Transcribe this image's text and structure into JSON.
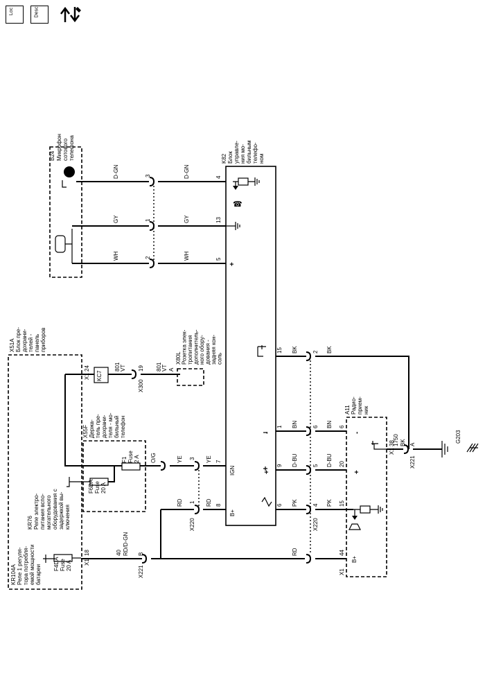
{
  "header": {
    "icon_loc": "Loc",
    "icon_desc": "Desc",
    "icon_tool": "arrows-tool-icon"
  },
  "modules": {
    "b24": "B24  Микрофон сотового телефона",
    "k82_lines": [
      "K82",
      "Блок",
      "управле-",
      "ния мо-",
      "бильным",
      "телефо-",
      "ном"
    ],
    "x51a_lines": [
      "X51A",
      "Блок пре-",
      "дохрани-",
      "телей -",
      "панель",
      "приборов"
    ],
    "kr104a_lines": [
      "KR104A",
      "Реле 1 регуля-",
      "тора потребля-",
      "емой мощности",
      "батареи"
    ],
    "kr76_lines": [
      "KR76",
      "Реле электро-",
      "питания вспо-",
      "могательного",
      "оборудования с",
      "задержкой вы-",
      "ключения"
    ],
    "x55f_lines": [
      "X55F",
      "Держа-",
      "тель пре-",
      "дохрани-",
      "теля - мо-",
      "бильный",
      "телефон"
    ],
    "x80l_lines": [
      "X80L",
      "Розетка элек-",
      "тропитания",
      "дополнитель-",
      "ного обору-",
      "дования -",
      "задняя кон-",
      "соль"
    ],
    "a11_lines": [
      "A11",
      "Радио-",
      "прием-",
      "ник"
    ]
  },
  "fuses": {
    "f4da": [
      "F4DA",
      "Fuse",
      "20 A"
    ],
    "f6da": [
      "F6DA",
      "Fuse",
      "20 A"
    ],
    "f1": [
      "F1",
      "Fuse",
      "2 A"
    ]
  },
  "wires": {
    "d_gn": "D-GN",
    "gy": "GY",
    "wh": "WH",
    "vt": "VT",
    "og": "O/G",
    "ye": "YE",
    "rd": "RD",
    "rd_dgn": "RD/D-GN",
    "bk": "BK",
    "bn": "BN",
    "d_bu": "D-BU",
    "pk": "PK",
    "c801": "801",
    "c40": "40",
    "c1750": "1750"
  },
  "pins": {
    "k82_4": "4",
    "k82_13": "13",
    "k82_5": "5",
    "k82_15": "15",
    "k82_1": "1",
    "k82_9": "9",
    "k82_6": "6",
    "k82_7": "7",
    "k82_8": "8",
    "b24_3": "3",
    "b24_1": "1",
    "b24_2": "2",
    "x220_2": "2",
    "x220_6": "6",
    "x220_5": "5",
    "x220_4": "4",
    "x220_3": "3",
    "x220_1": "1",
    "a11_6": "6",
    "a11_20": "20",
    "a11_15": "15",
    "a11_44": "44",
    "a11_38": "38",
    "x51a_24": "24",
    "x51a_18": "18",
    "x300_19": "19",
    "x80l_a": "A",
    "x221_a": "A",
    "x221_b": "B"
  },
  "connectors": {
    "x1": "X1",
    "x300": "X300",
    "x220": "X220",
    "x221": "X221",
    "kc7": "KC7",
    "g203": "G203",
    "ign": "IGN",
    "bplus": "B+",
    "plus": "+",
    "minus": "-"
  }
}
